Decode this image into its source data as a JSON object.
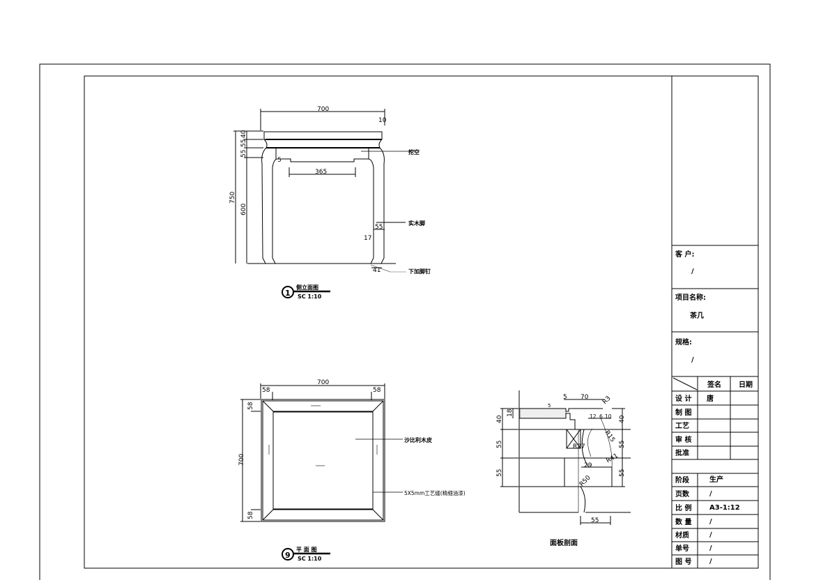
{
  "elevation": {
    "dims": {
      "width": "700",
      "top_overhang": "10",
      "h_total": "750",
      "h_leg": "600",
      "h_40": "40",
      "h_55a": "55",
      "h_55b": "55",
      "apron": "365",
      "notch": "5",
      "leg_w": "55",
      "foot_h": "17",
      "foot_w": "41"
    },
    "notes": {
      "hollow": "挖空",
      "solid_leg": "实木脚",
      "foot_nail": "下加脚钉"
    },
    "marker": "1",
    "title": "侧立面图",
    "scale": "SC 1:10"
  },
  "plan": {
    "dims": {
      "width": "700",
      "depth": "700",
      "border_tl": "58",
      "border_tr": "58",
      "border_t": "58",
      "border_b": "58"
    },
    "notes": {
      "veneer": "沙比利木皮",
      "groove": "5X5mm工艺缝(精细油漆)"
    },
    "marker": "9",
    "title": "平 面 图",
    "scale": "SC 1:10"
  },
  "section": {
    "dims": {
      "d5": "5",
      "d70": "70",
      "r3": "R3",
      "d5b": "5",
      "d18": "18",
      "d40l": "40",
      "d55l1": "55",
      "d55l2": "55",
      "d12": "12",
      "d6": "6",
      "d10": "10",
      "r15": "R15",
      "r27": "R27",
      "r41": "R41",
      "d29": "29",
      "r50": "R50",
      "d40r": "40",
      "d55r1": "55",
      "d55r2": "55",
      "d55b": "55"
    },
    "title": "面板剖面"
  },
  "title_block": {
    "client_label": "客 户:",
    "client_value": "/",
    "project_label": "项目名称:",
    "project_value": "茶几",
    "spec_label": "规格:",
    "spec_value": "/",
    "sign_header": "签名",
    "date_header": "日期",
    "roles": [
      {
        "label": "设 计",
        "sign": "唐"
      },
      {
        "label": "制 图",
        "sign": ""
      },
      {
        "label": "工艺",
        "sign": ""
      },
      {
        "label": "审 核",
        "sign": ""
      },
      {
        "label": "批准",
        "sign": ""
      }
    ],
    "info": [
      {
        "label": "阶段",
        "value": "生产"
      },
      {
        "label": "页数",
        "value": "/"
      },
      {
        "label": "比 例",
        "value": "A3-1:12"
      },
      {
        "label": "数 量",
        "value": "/"
      },
      {
        "label": "材质",
        "value": "/"
      },
      {
        "label": "单号",
        "value": "/"
      },
      {
        "label": "图 号",
        "value": "/"
      }
    ]
  }
}
